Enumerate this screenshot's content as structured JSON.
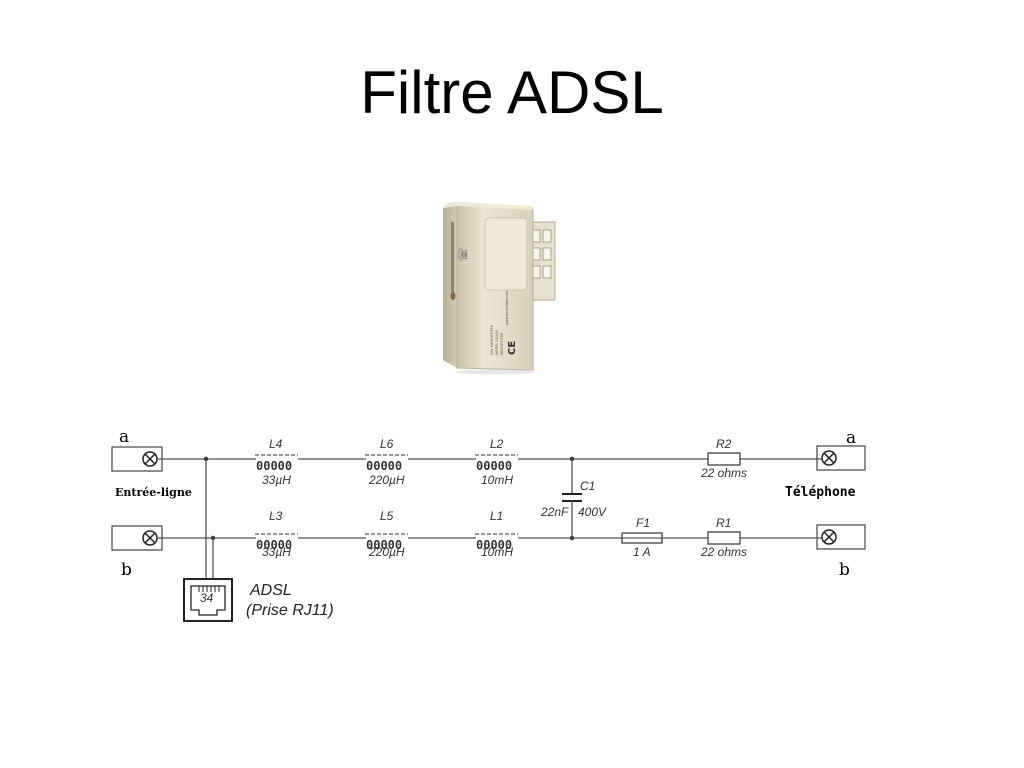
{
  "title": "Filtre ADSL",
  "device_text": {
    "line1": "DSL MICROFILTER",
    "line2": "MODEL XXXXX",
    "line3": "MICROFILTER",
    "line4": "www.microfilter.com",
    "ce": "CE"
  },
  "diagram": {
    "left_top_terminal": "a",
    "left_bottom_terminal": "b",
    "right_top_terminal": "a",
    "right_bottom_terminal": "b",
    "left_label": "Entrée-ligne",
    "right_label": "Téléphone",
    "components": {
      "L4": {
        "name": "L4",
        "value": "33µH"
      },
      "L6": {
        "name": "L6",
        "value": "220µH"
      },
      "L2": {
        "name": "L2",
        "value": "10mH"
      },
      "L3": {
        "name": "L3",
        "value": "33µH"
      },
      "L5": {
        "name": "L5",
        "value": "220µH"
      },
      "L1": {
        "name": "L1",
        "value": "10mH"
      },
      "C1": {
        "name": "C1",
        "value": "22nF",
        "rating": "400V"
      },
      "F1": {
        "name": "F1",
        "value": "1 A"
      },
      "R2": {
        "name": "R2",
        "value": "22 ohms"
      },
      "R1": {
        "name": "R1",
        "value": "22 ohms"
      }
    },
    "rj11_pins": "34",
    "adsl_label": "ADSL",
    "adsl_sub": "(Prise RJ11)",
    "coil_glyph": "00000"
  }
}
